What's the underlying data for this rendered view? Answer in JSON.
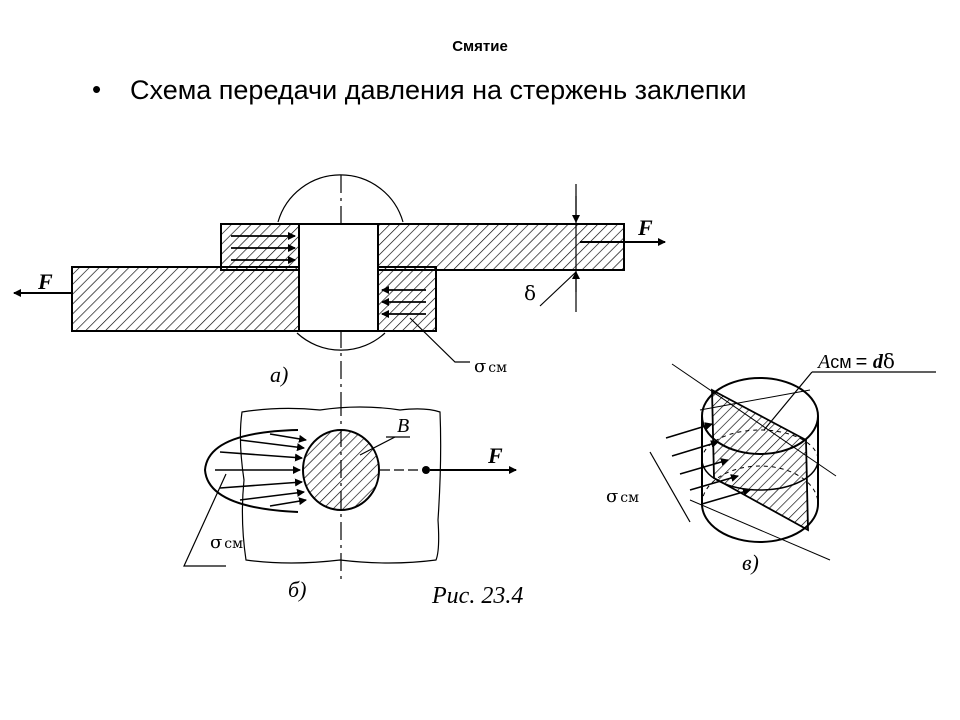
{
  "slide": {
    "title": "Смятие",
    "bullet_glyph": "•",
    "bullet_text": "Схема передачи давления на стержень заклепки"
  },
  "figure": {
    "caption": "Рис. 23.4",
    "part_a": {
      "label": "а)",
      "force_left": "F",
      "force_right": "F",
      "thickness": "δ",
      "stress_symbol": "σ",
      "stress_subscript": "см"
    },
    "part_b": {
      "label": "б)",
      "point": "B",
      "force": "F",
      "stress_symbol": "σ",
      "stress_subscript": "см"
    },
    "part_c": {
      "label": "в)",
      "area_A": "A",
      "area_sub": "см",
      "area_eq": "= ",
      "area_d": "d",
      "area_delta": "δ",
      "stress_symbol": "σ",
      "stress_subscript": "см"
    }
  },
  "colors": {
    "ink": "#000000",
    "background": "#ffffff"
  }
}
